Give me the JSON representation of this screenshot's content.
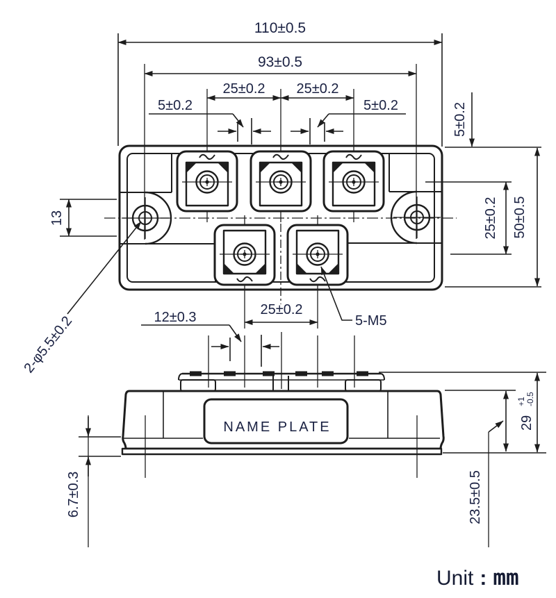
{
  "drawing": {
    "colors": {
      "line": "#1d1d1d",
      "text": "#1a2142"
    },
    "top": {
      "overall_width": "110±0.5",
      "hole_spacing": "93±0.5",
      "pitch_left": "25±0.2",
      "pitch_right": "25±0.2",
      "gap_left": "5±0.2",
      "gap_right": "5±0.2",
      "edge_offset": "5±0.2",
      "row_spacing": "25±0.2",
      "overall_depth": "50±0.5",
      "slot_width": "13",
      "mounting_holes": "2-φ5.5±0.2",
      "bottom_pitch": "25±0.2",
      "thread": "5-M5",
      "terminal_offset": "12±0.3"
    },
    "side": {
      "name_plate": "NAME PLATE",
      "total_height": "29",
      "total_height_tol_plus": "+1",
      "total_height_tol_minus": "-0.5",
      "case_height": "23.5±0.5",
      "base_height": "6.7±0.3"
    },
    "unit": {
      "prefix": "Unit",
      "separator": ":",
      "value": "mm"
    }
  }
}
